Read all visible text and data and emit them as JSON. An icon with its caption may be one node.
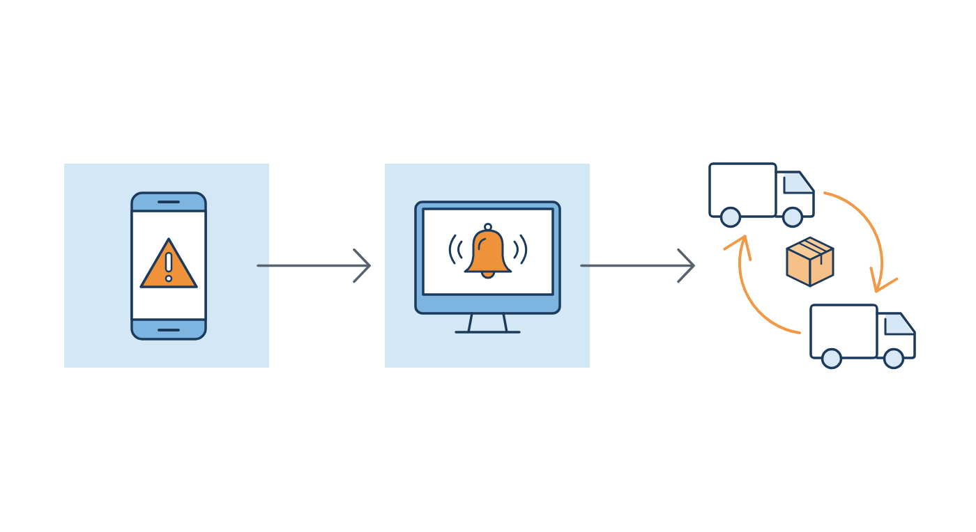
{
  "diagram": {
    "nodes": [
      {
        "text": [],
        "shape": "box"
      },
      {
        "text": [],
        "shape": "picture",
        "in": 0
      },
      {
        "text": [],
        "shape": "box"
      },
      {
        "text": [],
        "shape": "picture",
        "in": 2
      },
      {
        "text": [],
        "shape": "truck"
      },
      {
        "text": [],
        "shape": "picture"
      },
      {
        "text": [],
        "shape": "truck"
      }
    ],
    "edges": [
      {
        "from": 0,
        "to": 2,
        "arrow": "to"
      },
      {
        "from": 2,
        "to": null,
        "arrow": "to"
      },
      {
        "from": 4,
        "to": 6,
        "arrow": "to",
        "color": "#f09a48"
      },
      {
        "from": 6,
        "to": 4,
        "arrow": "to",
        "color": "#f09a48"
      }
    ]
  }
}
